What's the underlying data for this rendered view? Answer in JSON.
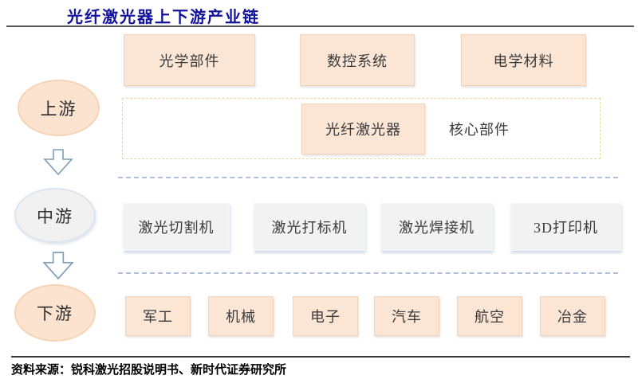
{
  "title": "光纤激光器上下游产业链",
  "stages": [
    {
      "label": "上游"
    },
    {
      "label": "中游"
    },
    {
      "label": "下游"
    }
  ],
  "upstream": {
    "suppliers": [
      "光学部件",
      "数控系统",
      "电学材料"
    ],
    "core": {
      "product": "光纤激光器",
      "note": "核心部件"
    }
  },
  "midstream": {
    "products": [
      "激光切割机",
      "激光打标机",
      "激光焊接机",
      "3D打印机"
    ]
  },
  "downstream": {
    "industries": [
      "军工",
      "机械",
      "电子",
      "汽车",
      "航空",
      "冶金"
    ]
  },
  "source": "资料来源：锐科激光招股说明书、新时代证券研究所",
  "icons": [
    "down-arrow-icon",
    "down-arrow-icon"
  ],
  "colors": {
    "title": "#12129b",
    "peach_fill": "#fbe5d5",
    "peach_border": "#f3d3ba",
    "gray_fill": "#f2f2f2",
    "oval_gray_border": "#dde6f0",
    "arrow_stroke": "#7f9db9",
    "dashed_frame": "#e3d79c",
    "dashed_divider": "#b3c0d9",
    "rule_dark": "#595959",
    "text": "#3b3b3b"
  }
}
